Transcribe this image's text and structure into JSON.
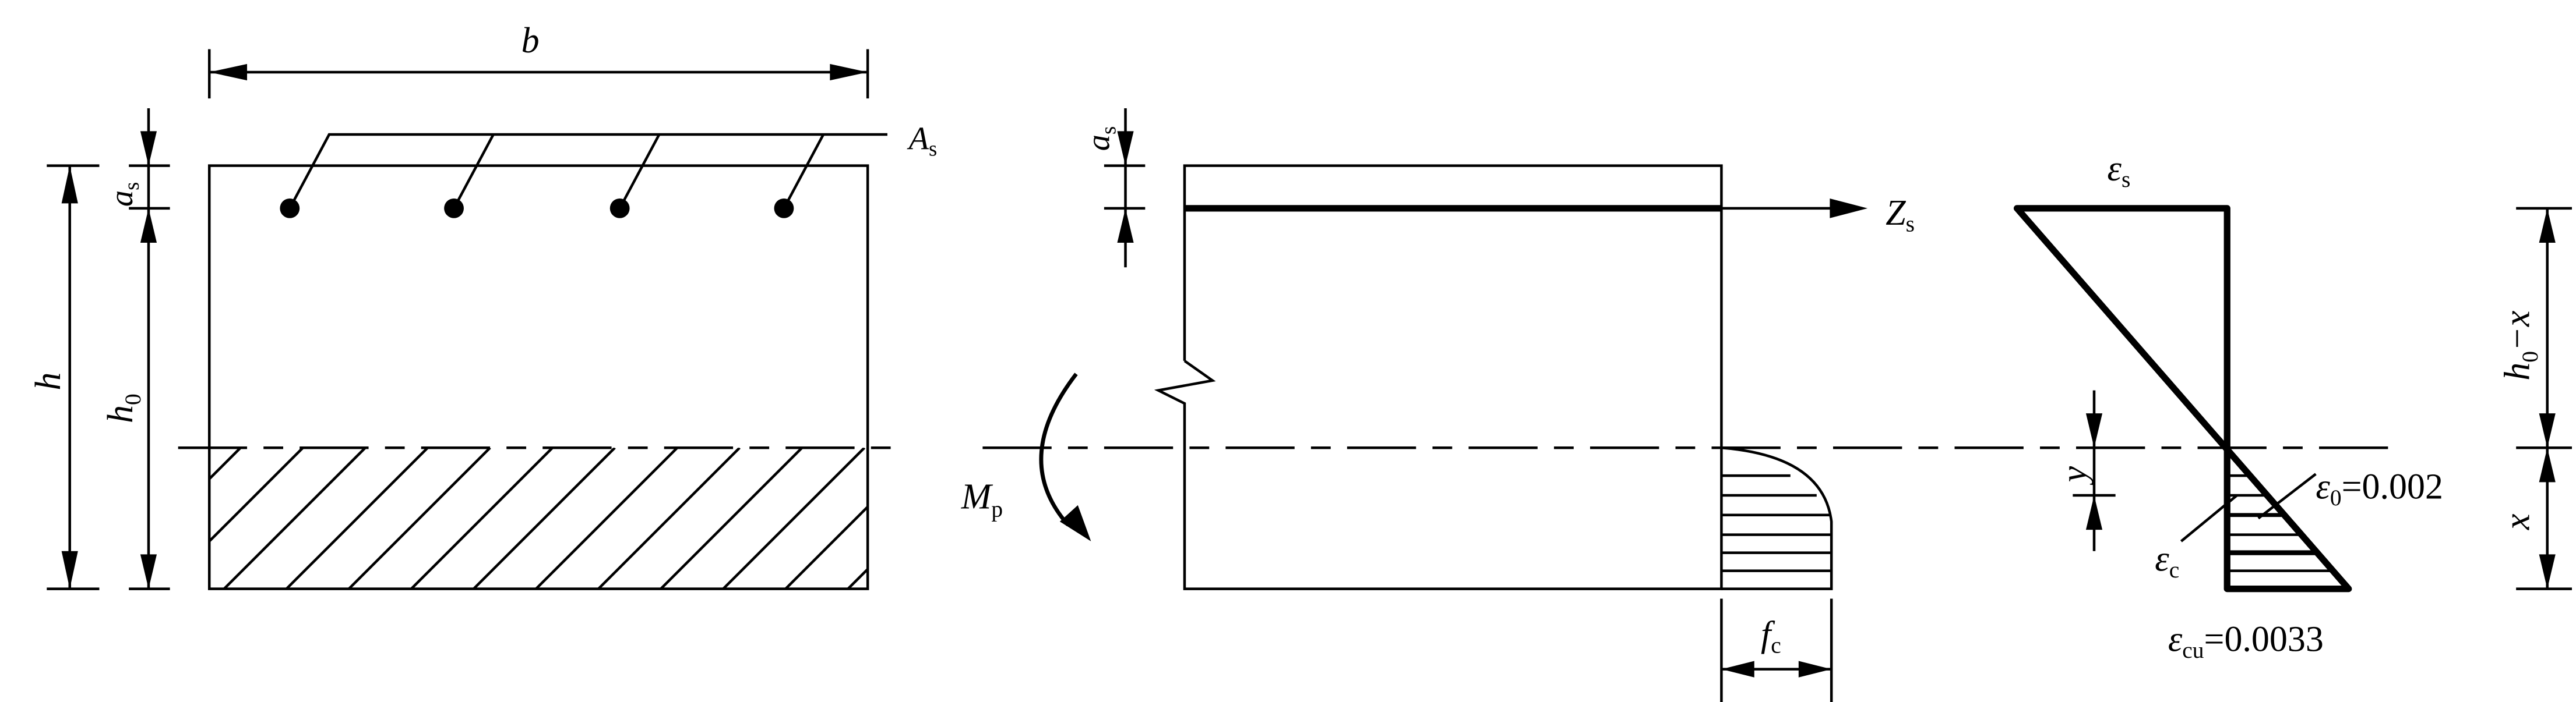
{
  "labels": {
    "b": "b",
    "h": "h",
    "h0": {
      "main": "h",
      "sub": "0"
    },
    "as_left": {
      "main": "a",
      "sub": "s"
    },
    "As": {
      "main": "A",
      "sub": "s"
    },
    "as_mid": {
      "main": "a",
      "sub": "s"
    },
    "Zs": {
      "main": "Z",
      "sub": "s"
    },
    "Mp": {
      "main": "M",
      "sub": "p"
    },
    "fc": {
      "main": "f",
      "sub": "c"
    },
    "eps_s": {
      "main": "ε",
      "sub": "s"
    },
    "eps_0": {
      "main": "ε",
      "sub": "0",
      "value": "=0.002"
    },
    "eps_c": {
      "main": "ε",
      "sub": "c"
    },
    "eps_cu": {
      "main": "ε",
      "sub": "cu",
      "value": "=0.0033"
    },
    "y": "y",
    "h0_minus_x": {
      "main": "h",
      "sub": "0",
      "rest": "−x"
    },
    "x": "x"
  }
}
